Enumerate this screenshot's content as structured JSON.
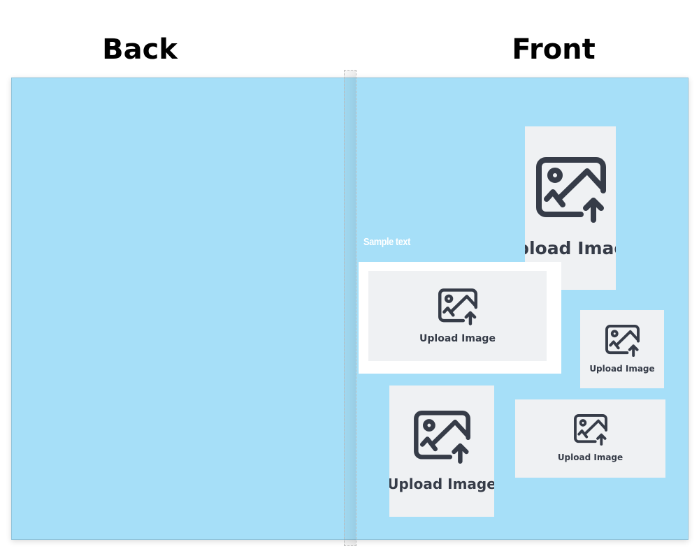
{
  "headers": {
    "back": "Back",
    "front": "Front"
  },
  "sample_text": "Sample text",
  "placeholders": [
    {
      "label": "Upload Image",
      "icon": "image-upload-icon"
    },
    {
      "label": "Upload Image",
      "icon": "image-upload-icon"
    },
    {
      "label": "Upload Image",
      "icon": "image-upload-icon"
    },
    {
      "label": "Upload Image",
      "icon": "image-upload-icon"
    },
    {
      "label": "Upload Image",
      "icon": "image-upload-icon"
    }
  ],
  "colors": {
    "cover": "#a6dff8",
    "placeholder": "#eff1f3",
    "icon": "#363c48"
  }
}
